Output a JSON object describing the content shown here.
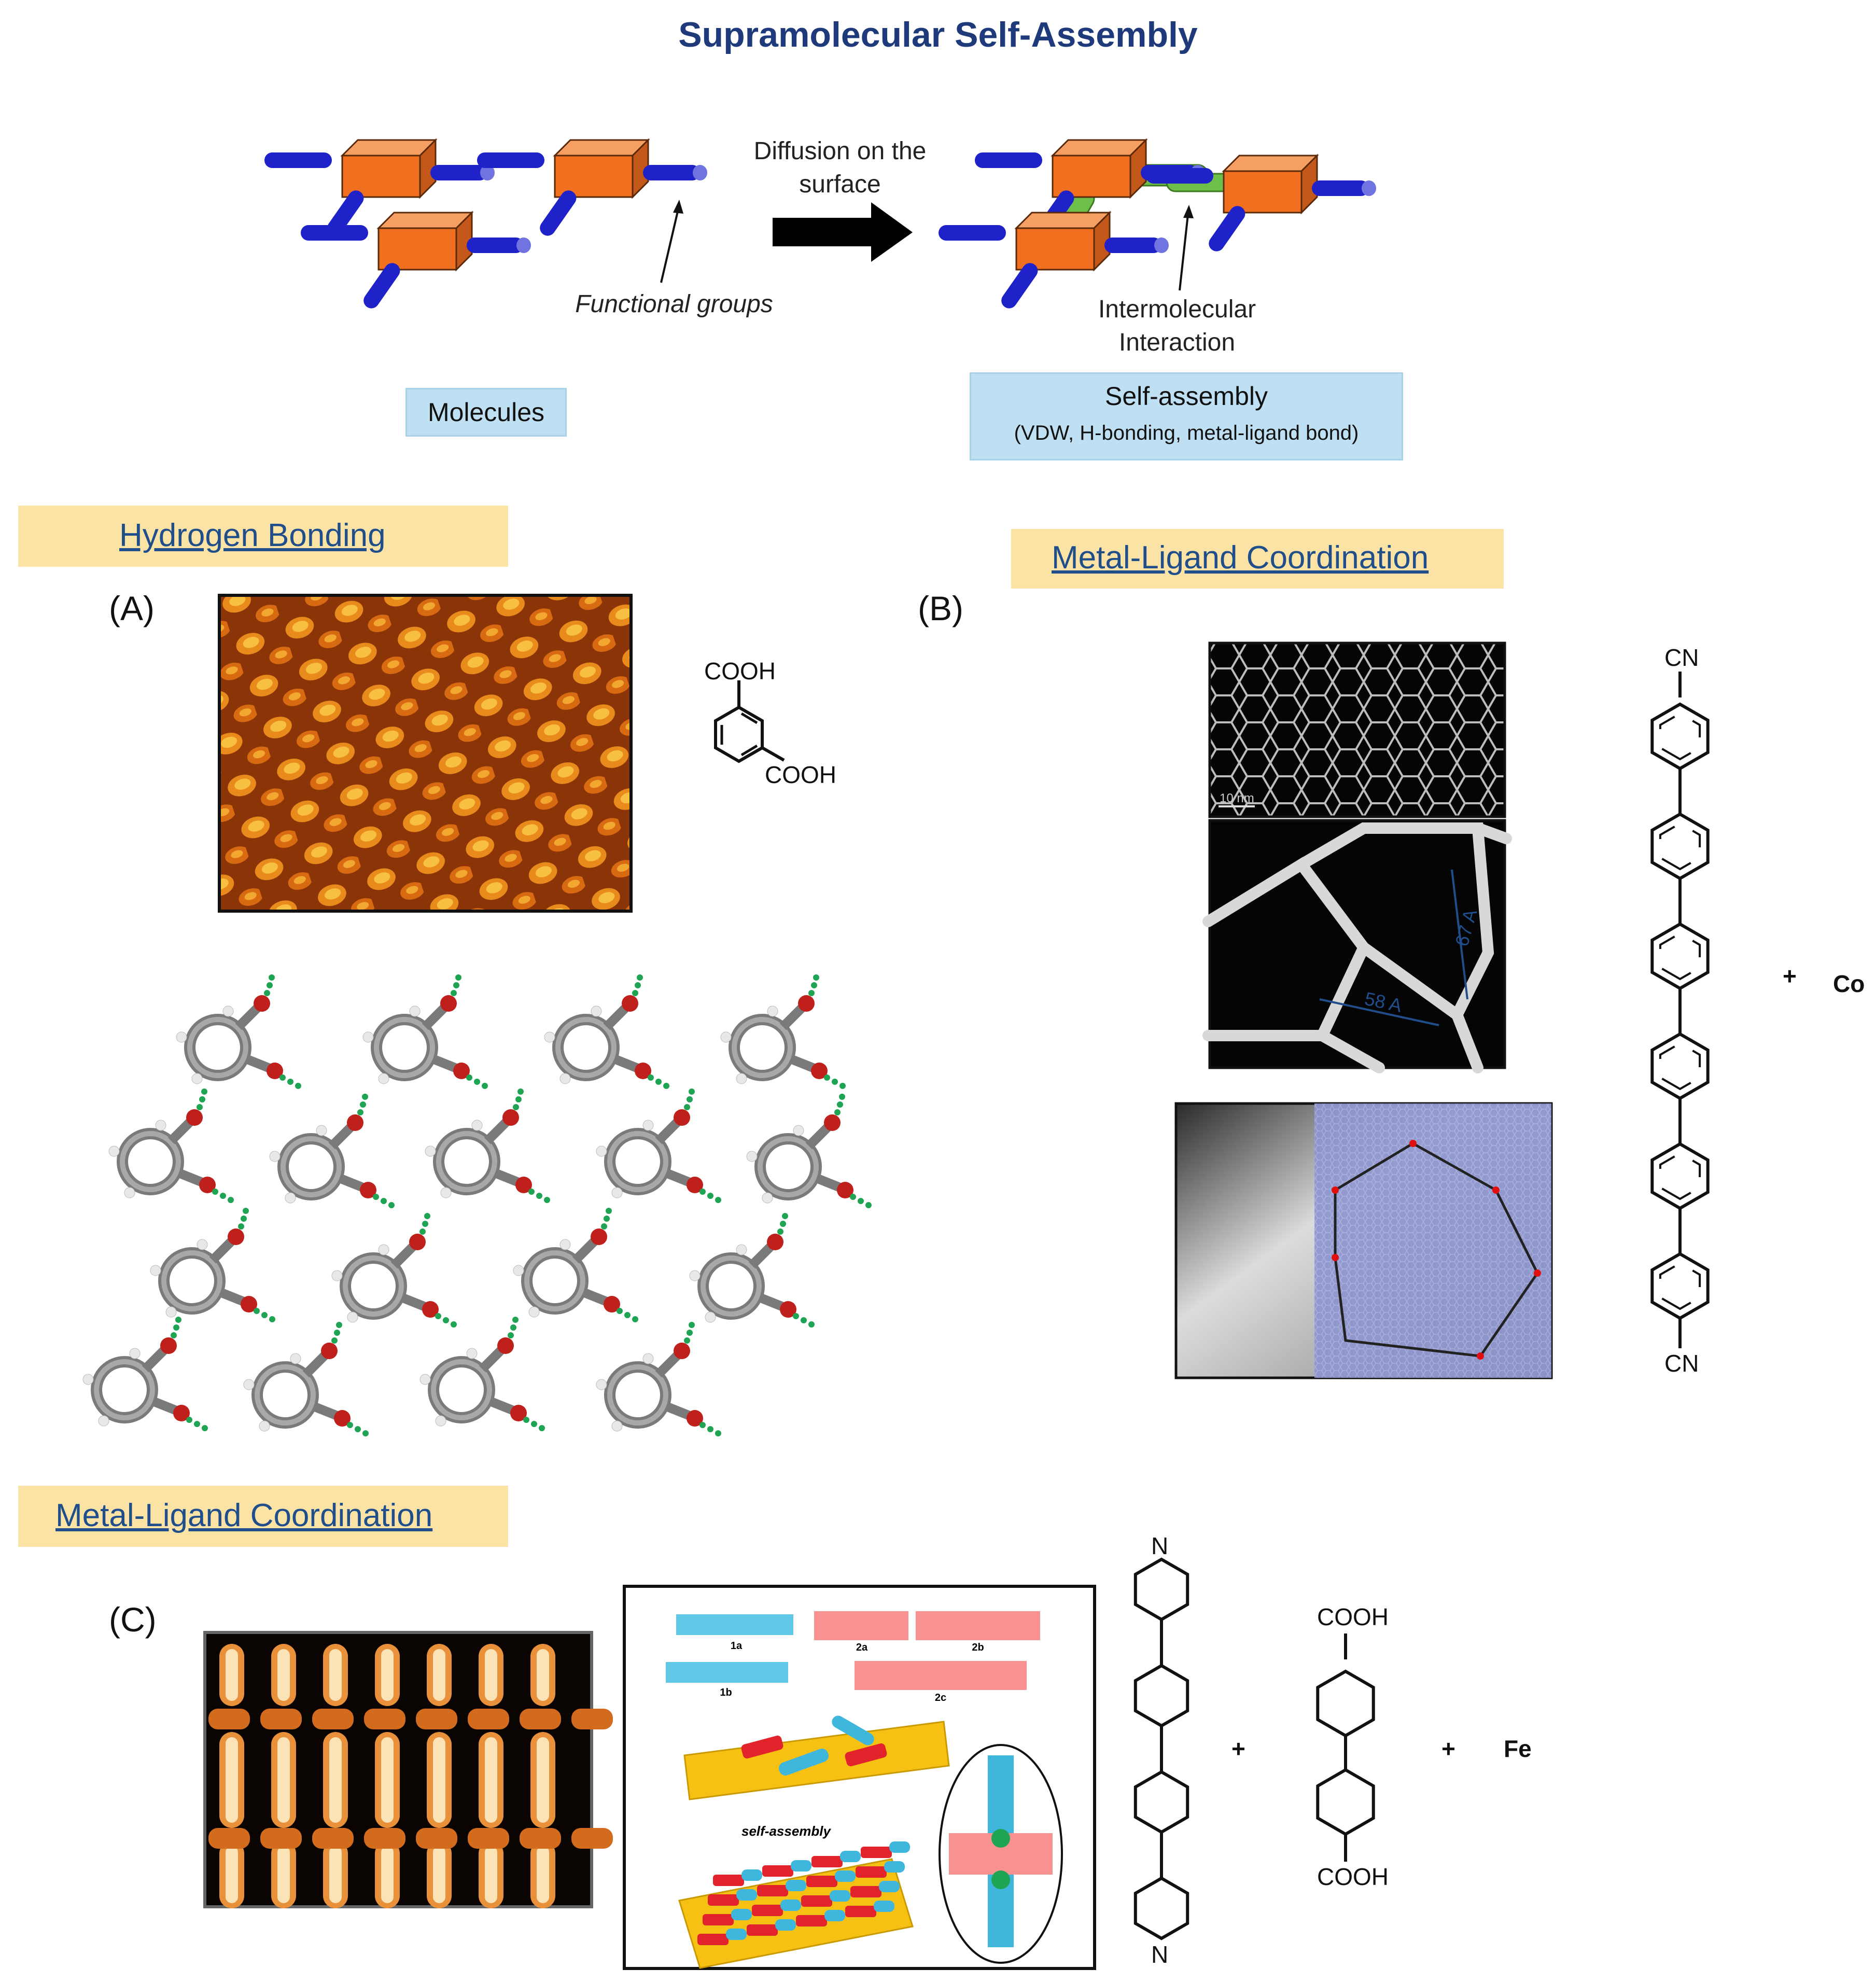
{
  "title": "Supramolecular Self-Assembly",
  "top": {
    "arrow_label": "Diffusion on the surface",
    "functional_groups": "Functional groups",
    "intermolecular": "Intermolecular Interaction",
    "molecules_label": "Molecules",
    "self_assembly_label": "Self-assembly",
    "self_assembly_sub": "(VDW, H-bonding, metal-ligand bond)"
  },
  "sections": {
    "hbond": "Hydrogen Bonding",
    "mlc_b": "Metal-Ligand Coordination",
    "mlc_c": "Metal-Ligand Coordination"
  },
  "panels": {
    "a": "(A)",
    "b": "(B)",
    "c": "(C)"
  },
  "panel_a": {
    "cooh_top": "COOH",
    "cooh_side": "COOH"
  },
  "panel_b": {
    "scale": "10 nm",
    "dim1": "67 A",
    "dim2": "58 A",
    "cn_top": "CN",
    "cn_bottom": "CN",
    "plus": "+",
    "metal": "Co"
  },
  "panel_c": {
    "l1a": "1a",
    "l1b": "1b",
    "l2a": "2a",
    "l2b": "2b",
    "l2c": "2c",
    "self_assembly": "self-assembly",
    "n_top": "N",
    "n_bottom": "N",
    "cooh_top": "COOH",
    "cooh_bottom": "COOH",
    "plus1": "+",
    "plus2": "+",
    "metal": "Fe"
  },
  "colors": {
    "title": "#1f3a7a",
    "molecule_body": "#f07020",
    "functional_group": "#1e22c8",
    "interaction": "#6cc04a",
    "section_bg": "#fbe3a6",
    "label_box": "#bfe0f2",
    "link_text": "#1f4e8a"
  }
}
